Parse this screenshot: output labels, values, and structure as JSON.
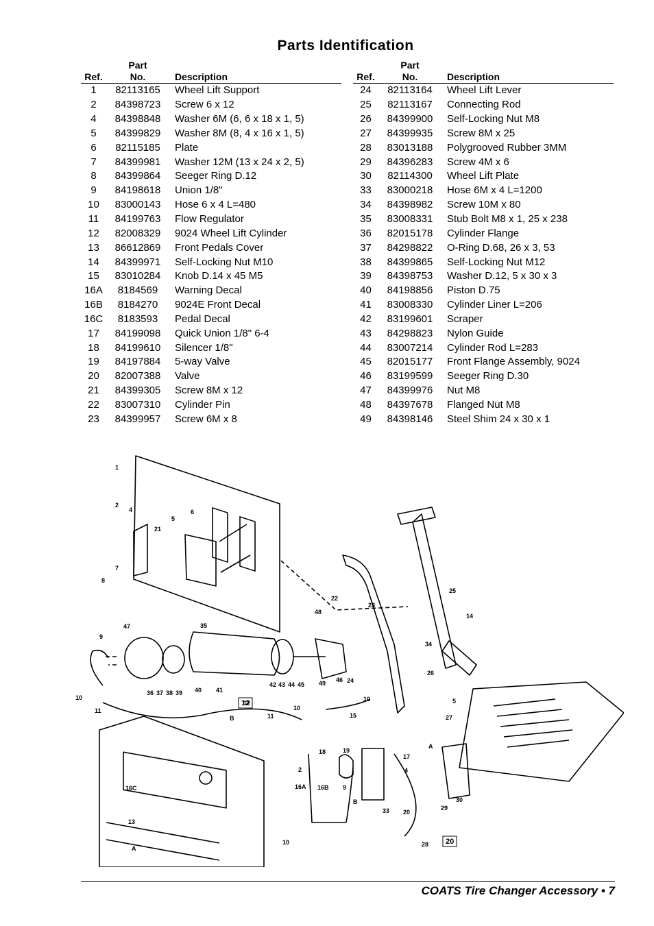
{
  "page_title": "Parts Identification",
  "table_headers": {
    "ref": "Ref.",
    "part_line1": "Part",
    "part_line2": "No.",
    "description": "Description"
  },
  "parts_left": [
    {
      "ref": "1",
      "part": "82113165",
      "desc": "Wheel Lift Support"
    },
    {
      "ref": "2",
      "part": "84398723",
      "desc": "Screw 6 x 12"
    },
    {
      "ref": "4",
      "part": "84398848",
      "desc": "Washer 6M (6, 6 x 18 x 1, 5)"
    },
    {
      "ref": "5",
      "part": "84399829",
      "desc": "Washer 8M (8, 4 x 16 x 1, 5)"
    },
    {
      "ref": "6",
      "part": "82115185",
      "desc": "Plate"
    },
    {
      "ref": "7",
      "part": "84399981",
      "desc": "Washer 12M (13 x 24 x 2, 5)"
    },
    {
      "ref": "8",
      "part": "84399864",
      "desc": "Seeger Ring D.12"
    },
    {
      "ref": "9",
      "part": "84198618",
      "desc": "Union 1/8\""
    },
    {
      "ref": "10",
      "part": "83000143",
      "desc": "Hose 6 x 4 L=480"
    },
    {
      "ref": "11",
      "part": "84199763",
      "desc": "Flow Regulator"
    },
    {
      "ref": "12",
      "part": "82008329",
      "desc": "9024 Wheel Lift Cylinder"
    },
    {
      "ref": "13",
      "part": "86612869",
      "desc": "Front Pedals Cover"
    },
    {
      "ref": "14",
      "part": "84399971",
      "desc": "Self-Locking Nut M10"
    },
    {
      "ref": "15",
      "part": "83010284",
      "desc": "Knob D.14 x 45 M5"
    },
    {
      "ref": "16A",
      "part": "8184569",
      "desc": "Warning Decal"
    },
    {
      "ref": "16B",
      "part": "8184270",
      "desc": "9024E Front Decal"
    },
    {
      "ref": "16C",
      "part": "8183593",
      "desc": "Pedal Decal"
    },
    {
      "ref": "17",
      "part": "84199098",
      "desc": "Quick Union 1/8\" 6-4"
    },
    {
      "ref": "18",
      "part": "84199610",
      "desc": "Silencer 1/8\""
    },
    {
      "ref": "19",
      "part": "84197884",
      "desc": "5-way Valve"
    },
    {
      "ref": "20",
      "part": "82007388",
      "desc": "Valve"
    },
    {
      "ref": "21",
      "part": "84399305",
      "desc": "Screw 8M x 12"
    },
    {
      "ref": "22",
      "part": "83007310",
      "desc": "Cylinder Pin"
    },
    {
      "ref": "23",
      "part": "84399957",
      "desc": "Screw 6M x 8"
    }
  ],
  "parts_right": [
    {
      "ref": "24",
      "part": "82113164",
      "desc": "Wheel Lift Lever"
    },
    {
      "ref": "25",
      "part": "82113167",
      "desc": "Connecting Rod"
    },
    {
      "ref": "26",
      "part": "84399900",
      "desc": "Self-Locking Nut M8"
    },
    {
      "ref": "27",
      "part": "84399935",
      "desc": "Screw 8M x 25"
    },
    {
      "ref": "28",
      "part": "83013188",
      "desc": "Polygrooved Rubber 3MM"
    },
    {
      "ref": "29",
      "part": "84396283",
      "desc": "Screw 4M x 6"
    },
    {
      "ref": "30",
      "part": "82114300",
      "desc": "Wheel Lift Plate"
    },
    {
      "ref": "33",
      "part": "83000218",
      "desc": "Hose 6M x 4 L=1200"
    },
    {
      "ref": "34",
      "part": "84398982",
      "desc": "Screw 10M x 80"
    },
    {
      "ref": "35",
      "part": "83008331",
      "desc": "Stub Bolt M8 x 1, 25 x 238"
    },
    {
      "ref": "36",
      "part": "82015178",
      "desc": "Cylinder Flange"
    },
    {
      "ref": "37",
      "part": "84298822",
      "desc": "O-Ring D.68, 26 x 3, 53"
    },
    {
      "ref": "38",
      "part": "84399865",
      "desc": "Self-Locking Nut M12"
    },
    {
      "ref": "39",
      "part": "84398753",
      "desc": "Washer D.12, 5 x 30 x 3"
    },
    {
      "ref": "40",
      "part": "84198856",
      "desc": "Piston D.75"
    },
    {
      "ref": "41",
      "part": "83008330",
      "desc": "Cylinder Liner L=206"
    },
    {
      "ref": "42",
      "part": "83199601",
      "desc": "Scraper"
    },
    {
      "ref": "43",
      "part": "84298823",
      "desc": "Nylon Guide"
    },
    {
      "ref": "44",
      "part": "83007214",
      "desc": "Cylinder Rod L=283"
    },
    {
      "ref": "45",
      "part": "82015177",
      "desc": "Front Flange Assembly, 9024"
    },
    {
      "ref": "46",
      "part": "83199599",
      "desc": "Seeger Ring D.30"
    },
    {
      "ref": "47",
      "part": "84399976",
      "desc": "Nut M8"
    },
    {
      "ref": "48",
      "part": "84397678",
      "desc": "Flanged Nut M8"
    },
    {
      "ref": "49",
      "part": "84398146",
      "desc": "Steel Shim 24 x 30 x 1"
    }
  ],
  "diagram": {
    "callouts": [
      "1",
      "2",
      "4",
      "5",
      "6",
      "21",
      "7",
      "8",
      "47",
      "9",
      "35",
      "48",
      "22",
      "23",
      "25",
      "14",
      "10",
      "11",
      "12",
      "36",
      "37",
      "38",
      "39",
      "40",
      "41",
      "42",
      "43",
      "44",
      "45",
      "49",
      "46",
      "24",
      "34",
      "26",
      "5",
      "27",
      "A",
      "B",
      "10",
      "11",
      "10",
      "15",
      "18",
      "19",
      "17",
      "9",
      "4",
      "2",
      "16A",
      "16B",
      "16C",
      "13",
      "A",
      "10",
      "B",
      "33",
      "20",
      "28",
      "29",
      "30"
    ],
    "boxed": [
      "12",
      "20"
    ]
  },
  "footer": "COATS Tire Changer Accessory • 7"
}
